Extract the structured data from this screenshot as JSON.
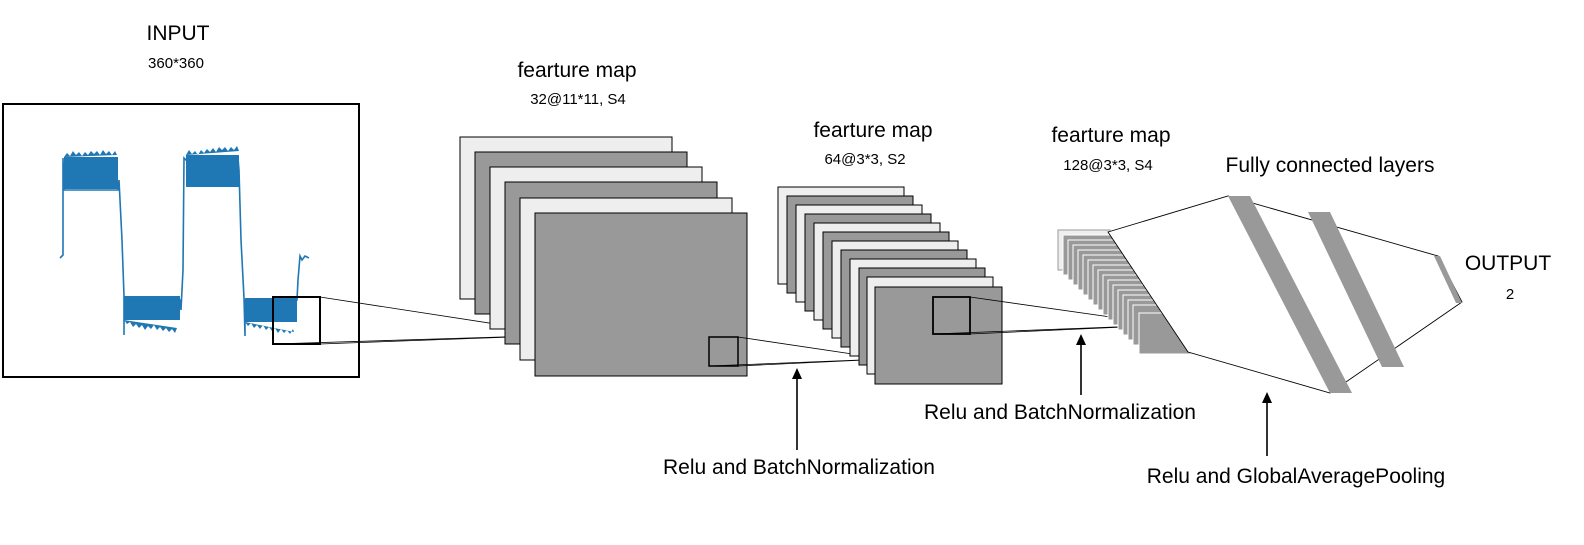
{
  "input": {
    "title": "INPUT",
    "size": "360*360"
  },
  "layer1": {
    "title": "fearture map",
    "params": "32@11*11, S4"
  },
  "layer2": {
    "title": "fearture map",
    "params": "64@3*3, S2"
  },
  "layer3": {
    "title": "fearture map",
    "params": "128@3*3, S4"
  },
  "fc": {
    "title": "Fully connected layers"
  },
  "output": {
    "title": "OUTPUT",
    "size": "2"
  },
  "annotations": {
    "relu_bn_1": "Relu and BatchNormalization",
    "relu_bn_2": "Relu and BatchNormalization",
    "relu_gap": "Relu and GlobalAveragePooling"
  },
  "colors": {
    "signal": "#1f77b4",
    "map_light": "#eeeeee",
    "map_dark": "#999999",
    "stroke": "#000000"
  }
}
